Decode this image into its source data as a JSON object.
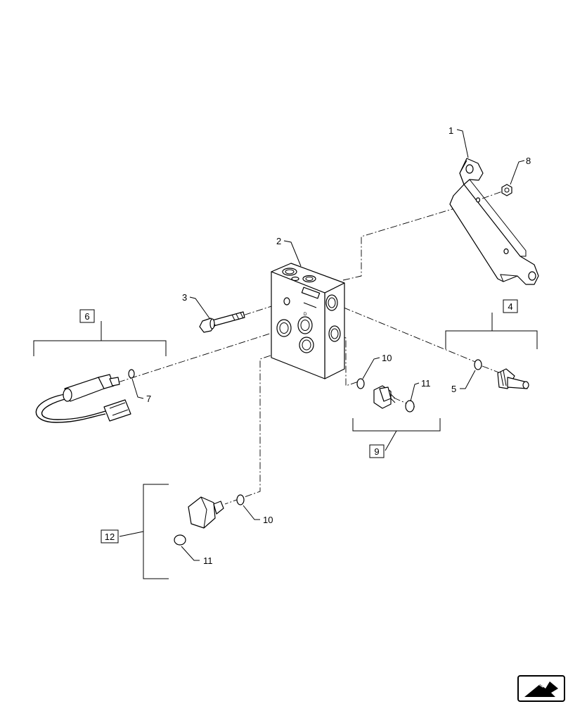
{
  "callouts": {
    "c1": "1",
    "c2": "2",
    "c3": "3",
    "c4": "4",
    "c5": "5",
    "c6": "6",
    "c7": "7",
    "c8": "8",
    "c9": "9",
    "c10a": "10",
    "c10b": "10",
    "c11a": "11",
    "c11b": "11",
    "c12": "12"
  },
  "icons": {
    "nav": "next-page-arrow-icon"
  }
}
